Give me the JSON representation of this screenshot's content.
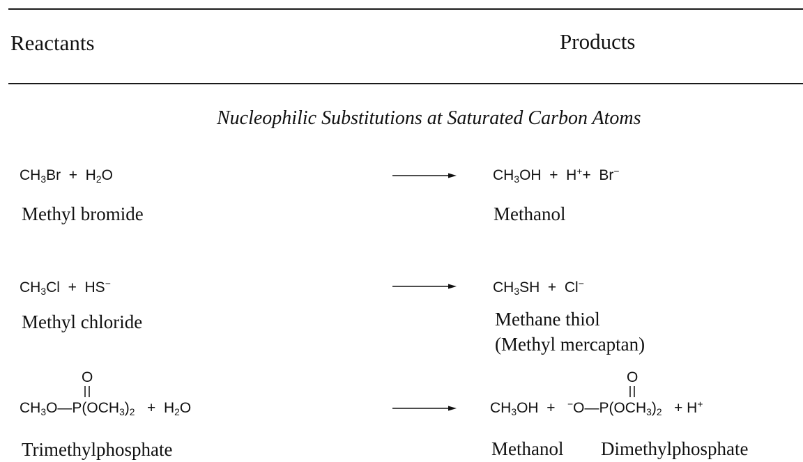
{
  "header": {
    "reactants": "Reactants",
    "products": "Products"
  },
  "section_title": "Nucleophilic Substitutions at Saturated Carbon Atoms",
  "reactions": [
    {
      "reactant_formula": {
        "a_base": "CH",
        "a_sub": "3",
        "a_tail": "Br",
        "plus": "+",
        "b_base": "H",
        "b_sub": "2",
        "b_tail": "O"
      },
      "reactant_name": "Methyl bromide",
      "product_formula": {
        "a_base": "CH",
        "a_sub": "3",
        "a_tail": "OH",
        "plus1": "+",
        "b_base": "H",
        "b_sup": "+",
        "plus2": "+",
        "c_base": "Br",
        "c_sup": "−"
      },
      "product_name": "Methanol"
    },
    {
      "reactant_formula": {
        "a_base": "CH",
        "a_sub": "3",
        "a_tail": "Cl",
        "plus": "+",
        "b_base": "HS",
        "b_sup": "−"
      },
      "reactant_name": "Methyl chloride",
      "product_formula": {
        "a_base": "CH",
        "a_sub": "3",
        "a_tail": "SH",
        "plus": "+",
        "b_base": "Cl",
        "b_sup": "−"
      },
      "product_name": "Methane thiol",
      "product_name_alt": "(Methyl mercaptan)"
    },
    {
      "reactant_formula": {
        "oxygen_top": "O",
        "a_base": "CH",
        "a_sub": "3",
        "a_tail": "O—P(OCH",
        "a_sub2": "3",
        "a_close": ")",
        "a_sub3": "2",
        "plus": "+",
        "b_base": "H",
        "b_sub": "2",
        "b_tail": "O"
      },
      "reactant_name": "Trimethylphosphate",
      "product_formula": {
        "oxygen_top": "O",
        "a_base": "CH",
        "a_sub": "3",
        "a_tail": "OH",
        "plus1": "+",
        "minus": "−",
        "b_base": "O—P(OCH",
        "b_sub": "3",
        "b_close": ")",
        "b_sub2": "2",
        "plus2": "+",
        "c_base": "H",
        "c_sup": "+"
      },
      "product_name_1": "Methanol",
      "product_name_2": "Dimethylphosphate"
    }
  ]
}
